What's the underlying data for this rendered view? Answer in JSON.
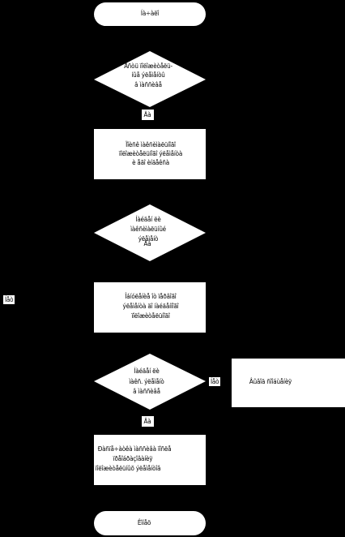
{
  "flowchart": {
    "start": "Íà÷àëî",
    "decision1": [
      "Åñòü ïîëîæèòåëü-",
      "íûå ýëåìåíòû",
      "â ìàññèâå"
    ],
    "yes1": "Äà",
    "process1": [
      "Ïîèñê ìàêñèìàëüíîãî",
      "ïîëîæèòåëüíîãî ýëåìåíòà",
      "è åãî èíäåêñà"
    ],
    "decision2": [
      "Íàéäåí ëè",
      "ìàêñèìàëüíûé",
      "ýëåìåíò"
    ],
    "yes2": "Äà",
    "side_no": "Íåò",
    "process2": [
      "Îáíóëåíèå îò ïåðâîãî",
      "ýëåìåíòà äî íàéäåííîãî",
      "ïîëîæèòåëüíîãî"
    ],
    "decision3": [
      "Íàéäåí ëè",
      "ìàêñ. ýëåìåíò",
      "â ìàññèâå"
    ],
    "no3": "Íåò",
    "message": "Âûâîä ñîîáùåíèÿ",
    "yes3": "Äà",
    "process3": [
      "Ðàñïå÷àòêà ìàññèâà ïîñëå",
      "ïðåîáðàçîâàíèÿ",
      "ïîëîæèòåëüíûõ ýëåìåíòîâ"
    ],
    "end": "Êîíåö"
  }
}
